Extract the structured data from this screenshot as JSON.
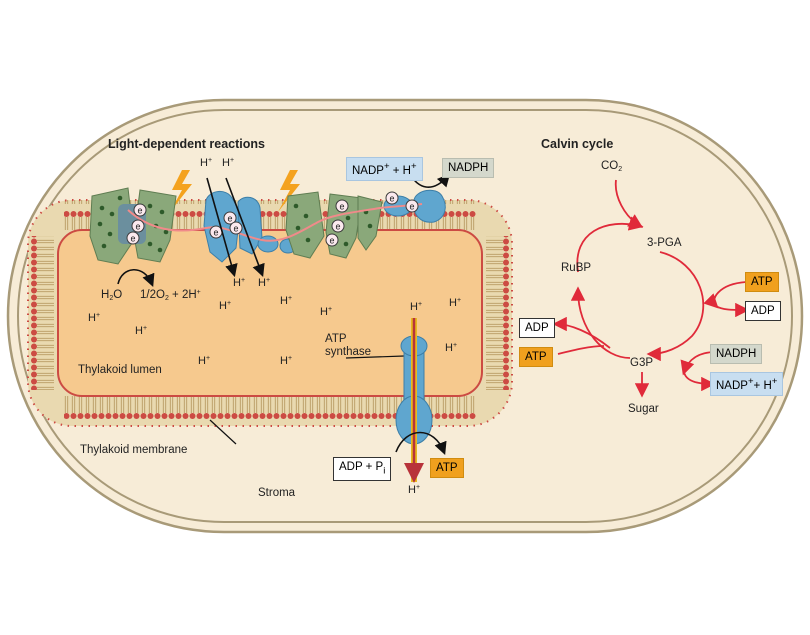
{
  "light_reactions": {
    "title": "Light-dependent reactions",
    "water": "H",
    "water_sub": "2",
    "water_tail": "O",
    "oxygen_pre": "1/2O",
    "oxygen_sub": "2",
    "oxygen_tail": " + 2H",
    "oxygen_sup": "+",
    "proton": "H",
    "proton_sup": "+",
    "electron": "e",
    "electron_sup": "−",
    "nadp_box": "NADP",
    "nadp_box_sup": "+",
    "nadp_box_tail": " + H",
    "nadp_box_sup2": "+",
    "nadph_box": "NADPH",
    "atp_synthase_line1": "ATP",
    "atp_synthase_line2": "synthase",
    "adp_pi": "ADP + P",
    "adp_pi_sub": "i",
    "atp_box": "ATP",
    "lumen_label": "Thylakoid lumen",
    "membrane_label": "Thylakoid membrane",
    "stroma_label": "Stroma"
  },
  "calvin_cycle": {
    "title": "Calvin cycle",
    "co2": "CO",
    "co2_sub": "2",
    "pga": "3-PGA",
    "rubp": "RuBP",
    "g3p": "G3P",
    "sugar": "Sugar",
    "atp_in": "ATP",
    "adp_out": "ADP",
    "adp_left": "ADP",
    "atp_left": "ATP",
    "nadph_in": "NADPH",
    "nadp_out": "NADP",
    "nadp_out_sup": "+",
    "nadp_out_tail": "+ H",
    "nadp_out_sup2": "+"
  },
  "colors": {
    "stroma": "#f7ecd7",
    "lumen": "#f6c98e",
    "membrane_head": "#cc4b43",
    "protein_green": "#8aa87a",
    "protein_blue": "#5fa6cf",
    "arrow_red": "#e02a3a",
    "atp_orange": "#f0a01e"
  }
}
